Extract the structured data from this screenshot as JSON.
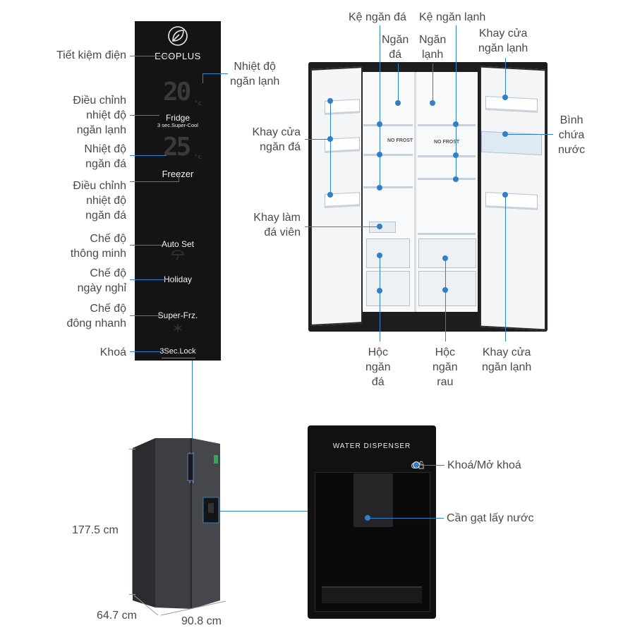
{
  "panel": {
    "ecoplus": "ECOPLUS",
    "fridge_temp": "20",
    "fridge_unit": "°c",
    "fridge": "Fridge",
    "super_cool": "3 sec.Super-Cool",
    "freezer_temp": "25",
    "freezer_unit": "°c",
    "freezer": "Freezer",
    "auto_set": "Auto Set",
    "holiday": "Holiday",
    "super_frz": "Super-Frz.",
    "lock": "3Sec.Lock"
  },
  "panel_labels": {
    "energy": "Tiết kiệm điện",
    "fridge_temp": [
      "Nhiệt độ",
      "ngăn lạnh"
    ],
    "fridge_adjust": [
      "Điều chỉnh",
      "nhiệt độ",
      "ngăn lạnh"
    ],
    "freezer_temp": [
      "Nhiệt độ",
      "ngăn đá"
    ],
    "freezer_adjust": [
      "Điều chỉnh",
      "nhiệt độ",
      "ngăn đá"
    ],
    "smart": [
      "Chế độ",
      "thông minh"
    ],
    "holiday": [
      "Chế độ",
      "ngày nghỉ"
    ],
    "fast_freeze": [
      "Chế độ",
      "đông nhanh"
    ],
    "lock": "Khoá"
  },
  "interior_labels": {
    "freezer_shelf": "Kệ ngăn đá",
    "fridge_shelf": "Kệ ngăn lạnh",
    "freezer_comp": [
      "Ngăn",
      "đá"
    ],
    "fridge_comp": [
      "Ngăn",
      "lạnh"
    ],
    "fridge_door_tray_top": [
      "Khay cửa",
      "ngăn lạnh"
    ],
    "freezer_door_tray": [
      "Khay cửa",
      "ngăn đá"
    ],
    "water_tank": [
      "Bình",
      "chứa",
      "nước"
    ],
    "ice_tray": [
      "Khay làm",
      "đá viên"
    ],
    "freezer_box": [
      "Hộc",
      "ngăn",
      "đá"
    ],
    "veg_box": [
      "Hộc",
      "ngăn",
      "rau"
    ],
    "fridge_door_tray_bottom": [
      "Khay cửa",
      "ngăn lạnh"
    ],
    "no_frost": "NO FROST"
  },
  "dispenser": {
    "title": "WATER  DISPENSER",
    "lock_label": "Khoá/Mở khoá",
    "lever_label": "Cần gạt lấy nước"
  },
  "dimensions": {
    "height": "177.5 cm",
    "depth": "64.7 cm",
    "width": "90.8 cm"
  },
  "colors": {
    "callout": "#2f80c8",
    "panel_bg": "#141414",
    "fridge_finish": "#3c3e42"
  }
}
